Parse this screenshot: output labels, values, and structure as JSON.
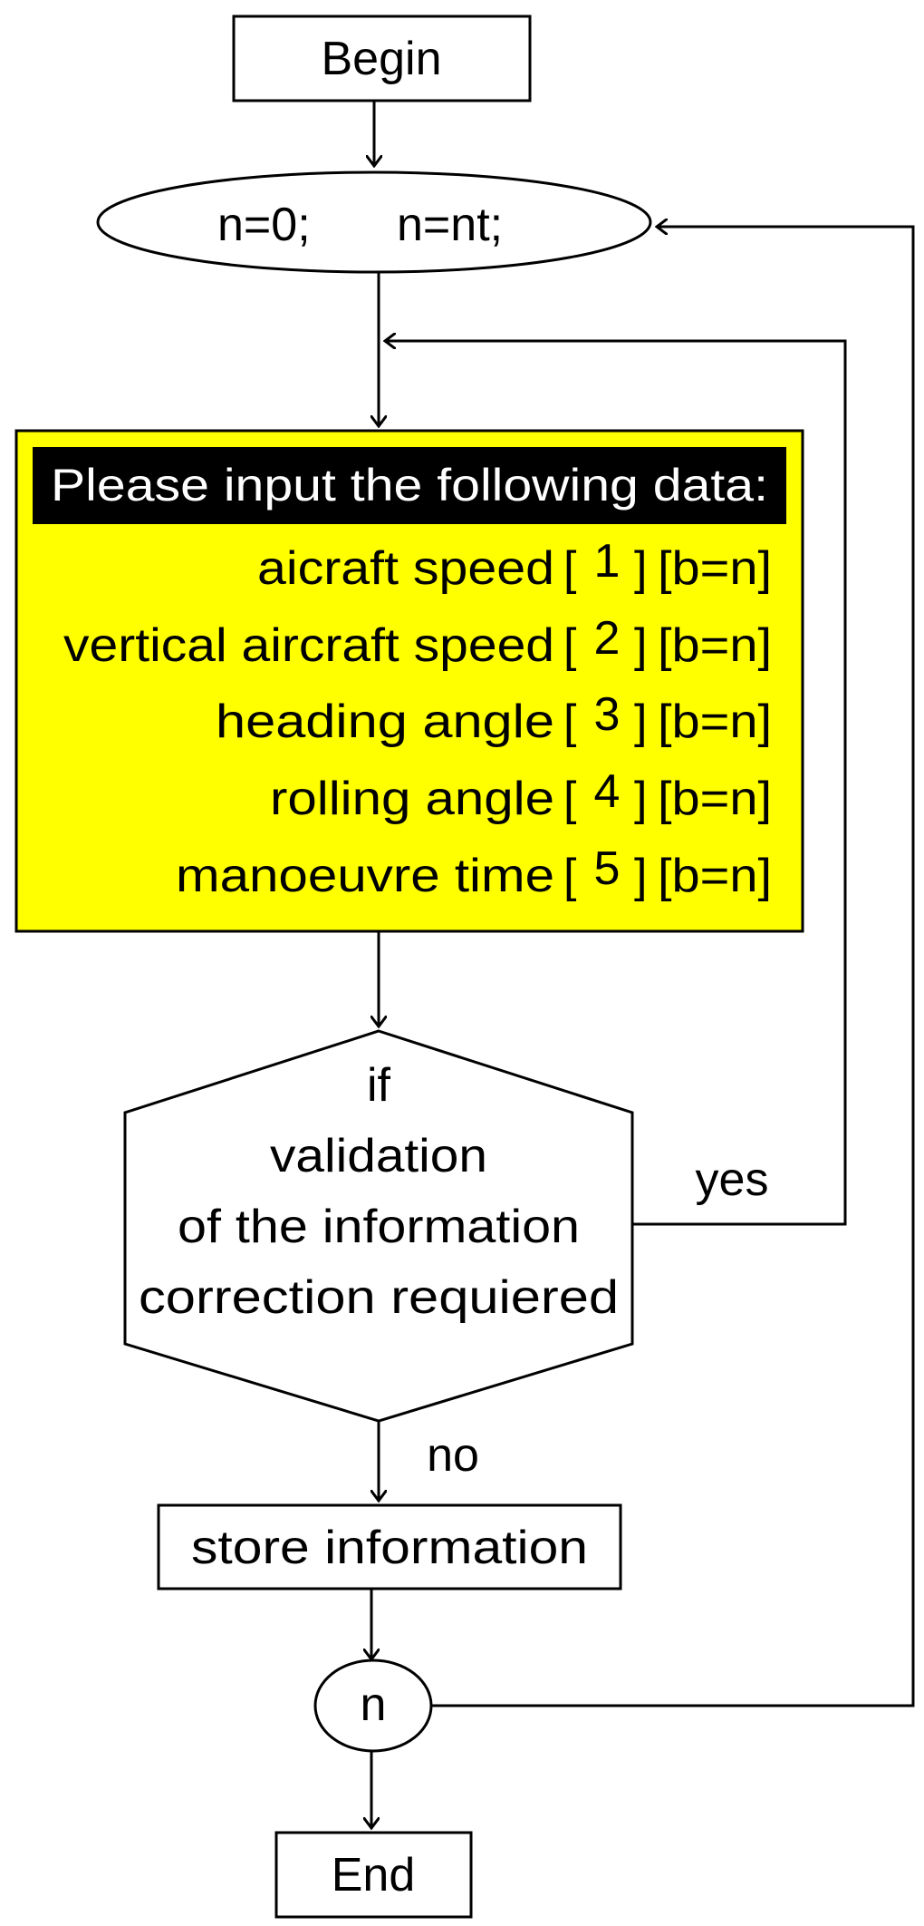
{
  "flowchart": {
    "begin": "Begin",
    "loop_init": {
      "left": "n=0;",
      "right": "n=nt;"
    },
    "input_block": {
      "header": "Please input the following data:",
      "fields": [
        {
          "label": "aicraft speed",
          "bracket_open": "[",
          "index": "1",
          "bracket_close": "]",
          "suffix": "[b=n]"
        },
        {
          "label": "vertical aircraft speed",
          "bracket_open": "[",
          "index": "2",
          "bracket_close": "]",
          "suffix": "[b=n]"
        },
        {
          "label": "heading angle",
          "bracket_open": "[",
          "index": "3",
          "bracket_close": "]",
          "suffix": "[b=n]"
        },
        {
          "label": "rolling angle",
          "bracket_open": "[",
          "index": "4",
          "bracket_close": "]",
          "suffix": "[b=n]"
        },
        {
          "label": "manoeuvre time",
          "bracket_open": "[",
          "index": "5",
          "bracket_close": "]",
          "suffix": "[b=n]"
        }
      ]
    },
    "decision": {
      "lines": [
        "if",
        "validation",
        "of the information",
        "correction requiered"
      ],
      "yes": "yes",
      "no": "no"
    },
    "store": "store information",
    "counter": "n",
    "end": "End"
  },
  "colors": {
    "input_fill": "#ffff00",
    "header_fill": "#000000",
    "header_text": "#ffffff",
    "stroke": "#000000"
  }
}
